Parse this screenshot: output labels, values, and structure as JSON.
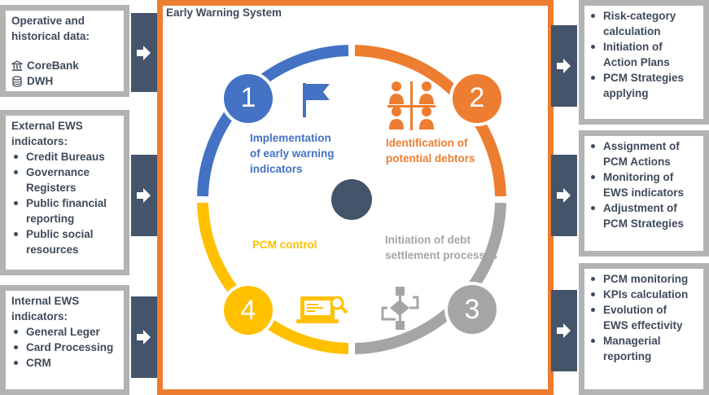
{
  "center": {
    "title": "Early Warning System",
    "stages": [
      {
        "number": "1",
        "label_line1": "Implementation",
        "label_line2": "of early warning",
        "label_line3": "indicators",
        "color": "#4472c4"
      },
      {
        "number": "2",
        "label_line1": "Identification of",
        "label_line2": "potential debtors",
        "color": "#ed7d31"
      },
      {
        "number": "3",
        "label_line1": "Initiation of debt",
        "label_line2": "settlement processes",
        "color": "#a5a5a5"
      },
      {
        "number": "4",
        "label_line1": "PCM control",
        "color": "#ffc000"
      }
    ],
    "hub_color": "#44546a",
    "frame_color": "#ed7d31"
  },
  "left": {
    "operative": {
      "title_line1": "Operative and",
      "title_line2": "historical data:",
      "sources": [
        {
          "icon": "bank-icon",
          "label": "CoreBank"
        },
        {
          "icon": "database-icon",
          "label": "DWH"
        }
      ]
    },
    "external": {
      "title_line1": "External EWS",
      "title_line2": "indicators:",
      "items": [
        {
          "line1": "Credit Bureaus"
        },
        {
          "line1": "Governance",
          "line2": "Registers"
        },
        {
          "line1": "Public financial",
          "line2": "reporting"
        },
        {
          "line1": "Public social",
          "line2": "resources"
        }
      ]
    },
    "internal": {
      "title_line1": "Internal EWS",
      "title_line2": "indicators:",
      "items": [
        {
          "line1": "General Leger"
        },
        {
          "line1": "Card Processing"
        },
        {
          "line1": "CRM"
        }
      ]
    }
  },
  "right": {
    "top": {
      "items": [
        {
          "line1": "Risk-category",
          "line2": "calculation"
        },
        {
          "line1": "Initiation of",
          "line2": "Action Plans"
        },
        {
          "line1": "PCM Strategies",
          "line2": "applying"
        }
      ]
    },
    "middle": {
      "items": [
        {
          "line1": "Assignment of",
          "line2": "PCM Actions"
        },
        {
          "line1": "Monitoring of",
          "line2": "EWS indicators"
        },
        {
          "line1": "Adjustment of",
          "line2": "PCM Strategies"
        }
      ]
    },
    "bottom": {
      "items": [
        {
          "line1": "PCM monitoring"
        },
        {
          "line1": "KPIs calculation"
        },
        {
          "line1": "Evolution of",
          "line2": "EWS effectivity"
        },
        {
          "line1": "Managerial",
          "line2": "reporting"
        }
      ]
    }
  },
  "colors": {
    "box_border": "#b3b3b3",
    "arrow_tab": "#44546a",
    "text": "#3f4a5a"
  }
}
